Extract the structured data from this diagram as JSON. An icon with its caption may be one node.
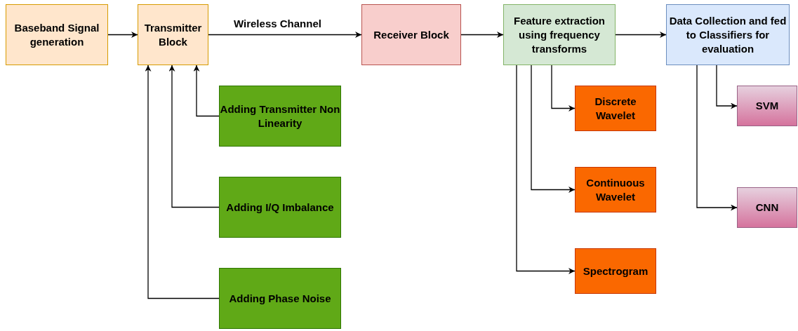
{
  "diagram": {
    "nodes": [
      {
        "text": [
          "Baseband Signal generation"
        ]
      },
      {
        "text": [
          "Transmitter Block"
        ]
      },
      {
        "text": [
          "Receiver Block"
        ]
      },
      {
        "text": [
          "Feature extraction using frequency transforms"
        ]
      },
      {
        "text": [
          "Data Collection and fed to Classifiers for evaluation"
        ]
      },
      {
        "text": [
          "Adding Transmitter Non Linearity"
        ]
      },
      {
        "text": [
          "Adding I/Q Imbalance"
        ]
      },
      {
        "text": [
          "Adding Phase Noise"
        ]
      },
      {
        "text": [
          "Discrete Wavelet"
        ]
      },
      {
        "text": [
          "Continuous Wavelet"
        ]
      },
      {
        "text": [
          "Spectrogram"
        ]
      },
      {
        "text": [
          "SVM"
        ]
      },
      {
        "text": [
          "CNN"
        ]
      }
    ],
    "edges": [
      {
        "from": 0,
        "to": 1,
        "arrow": "to"
      },
      {
        "from": 1,
        "to": 2,
        "arrow": "to",
        "label": "Wireless Channel"
      },
      {
        "from": 2,
        "to": 3,
        "arrow": "to"
      },
      {
        "from": 3,
        "to": 4,
        "arrow": "to"
      },
      {
        "from": 5,
        "to": 1,
        "arrow": "to"
      },
      {
        "from": 6,
        "to": 1,
        "arrow": "to"
      },
      {
        "from": 7,
        "to": 1,
        "arrow": "to"
      },
      {
        "from": 3,
        "to": 8,
        "arrow": "to"
      },
      {
        "from": 3,
        "to": 9,
        "arrow": "to"
      },
      {
        "from": 3,
        "to": 10,
        "arrow": "to"
      },
      {
        "from": 4,
        "to": 11,
        "arrow": "to"
      },
      {
        "from": 4,
        "to": 12,
        "arrow": "to"
      }
    ]
  }
}
